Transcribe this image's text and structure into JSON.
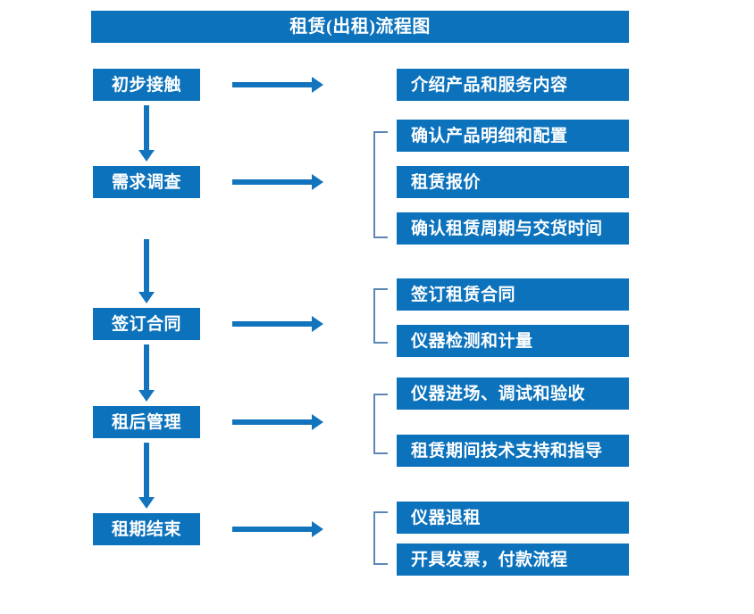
{
  "diagram": {
    "title": "租赁(出租)流程图",
    "colors": {
      "box_fill": "#0C72BC",
      "box_text": "#FFFFFF",
      "arrow": "#1274BC",
      "bracket": "#5C86B6",
      "background": "#FFFFFF"
    },
    "stages": [
      {
        "label": "初步接触"
      },
      {
        "label": "需求调查"
      },
      {
        "label": "签订合同"
      },
      {
        "label": "租后管理"
      },
      {
        "label": "租期结束"
      }
    ],
    "stage_connectors": [
      {
        "from": "初步接触",
        "to": "需求调查",
        "type": "down-arrow"
      },
      {
        "from": "需求调查",
        "to": "签订合同",
        "type": "down-arrow"
      },
      {
        "from": "签订合同",
        "to": "租后管理",
        "type": "down-arrow"
      },
      {
        "from": "租后管理",
        "to": "租期结束",
        "type": "down-arrow"
      }
    ],
    "stage_to_detail_arrows": [
      {
        "stage": "初步接触",
        "type": "right-arrow"
      },
      {
        "stage": "需求调查",
        "type": "right-arrow"
      },
      {
        "stage": "签订合同",
        "type": "right-arrow"
      },
      {
        "stage": "租后管理",
        "type": "right-arrow"
      },
      {
        "stage": "租期结束",
        "type": "right-arrow"
      }
    ],
    "detail_groups": [
      {
        "stage": "初步接触",
        "bracketed": false,
        "items": [
          "介绍产品和服务内容"
        ]
      },
      {
        "stage": "需求调查",
        "bracketed": true,
        "items": [
          "确认产品明细和配置",
          "租赁报价",
          "确认租赁周期与交货时间"
        ]
      },
      {
        "stage": "签订合同",
        "bracketed": true,
        "items": [
          "签订租赁合同",
          "仪器检测和计量"
        ]
      },
      {
        "stage": "租后管理",
        "bracketed": true,
        "items": [
          "仪器进场、调试和验收",
          "租赁期间技术支持和指导"
        ]
      },
      {
        "stage": "租期结束",
        "bracketed": true,
        "items": [
          "仪器退租",
          "开具发票，付款流程"
        ]
      }
    ]
  }
}
